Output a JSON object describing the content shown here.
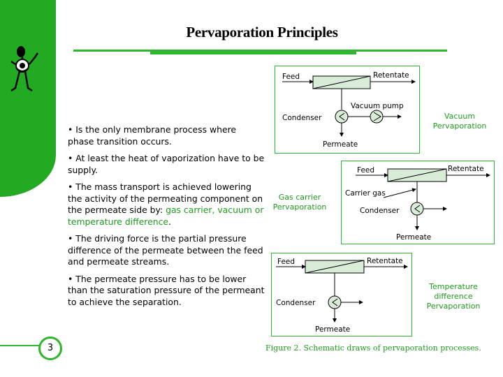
{
  "slide": {
    "title": "Pervaporation Principles",
    "page_number": "3",
    "caption": "Figure 2. Schematic draws of pervaporation processes."
  },
  "bullets": [
    {
      "text": "• Is the only membrane process where phase transition occurs."
    },
    {
      "text": "• At least the heat of vaporization have to be supply."
    },
    {
      "text_before": "• The mass transport is achieved lowering the activity of the permeating component on the permeate side by: ",
      "highlight": "gas carrier, vacuum or temperature difference",
      "text_after": "."
    },
    {
      "text": "• The driving force is the partial pressure difference of the permeate between the feed and permeate streams."
    },
    {
      "text": "• The permeate pressure has to be lower than the saturation pressure of the permeant to achieve the separation."
    }
  ],
  "diagrams": {
    "vacuum": {
      "feed": "Feed",
      "retentate": "Retentate",
      "pump": "Vacuum pump",
      "condenser": "Condenser",
      "permeate": "Permeate",
      "side_label_line1": "Vacuum",
      "side_label_line2": "Pervaporation"
    },
    "gas_carrier": {
      "feed": "Feed",
      "retentate": "Retentate",
      "carrier": "Carrier gas",
      "condenser": "Condenser",
      "permeate": "Permeate",
      "side_label_line1": "Gas carrier",
      "side_label_line2": "Pervaporation"
    },
    "temperature": {
      "feed": "Feed",
      "retentate": "Retentate",
      "condenser": "Condenser",
      "permeate": "Permeate",
      "side_label_line1": "Temperature",
      "side_label_line2": "difference",
      "side_label_line3": "Pervaporation"
    }
  },
  "colors": {
    "accent_green": "#2fb62f",
    "text_green": "#1e9a1e",
    "membrane_fill": "#d8ecd8"
  }
}
